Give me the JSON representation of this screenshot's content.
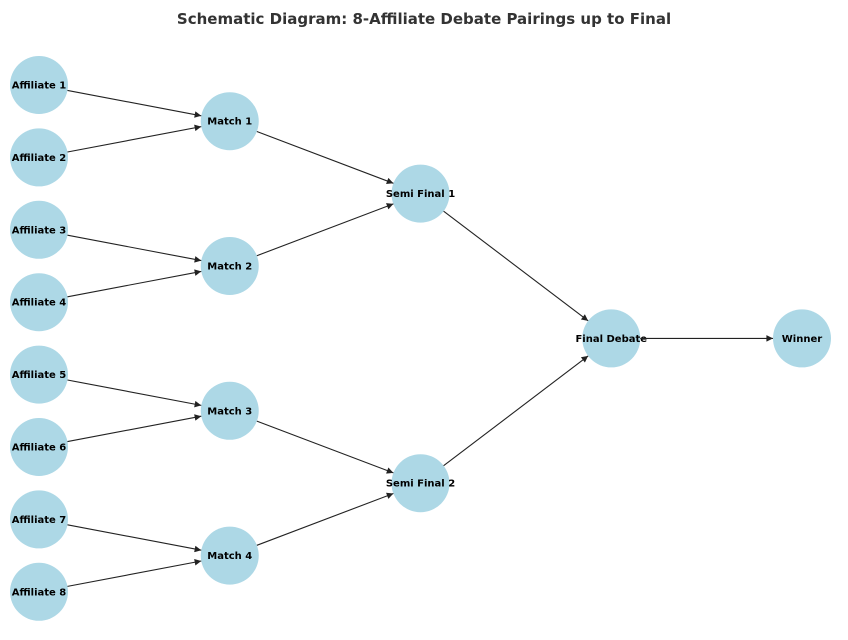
{
  "title": "Schematic Diagram: 8-Affiliate Debate Pairings up to Final",
  "colors": {
    "node": "#add8e6",
    "edge": "#222222"
  },
  "nodes": [
    {
      "id": "a1",
      "label": "Affiliate 1",
      "level": 0,
      "row": 0
    },
    {
      "id": "a2",
      "label": "Affiliate 2",
      "level": 0,
      "row": 1
    },
    {
      "id": "a3",
      "label": "Affiliate 3",
      "level": 0,
      "row": 2
    },
    {
      "id": "a4",
      "label": "Affiliate 4",
      "level": 0,
      "row": 3
    },
    {
      "id": "a5",
      "label": "Affiliate 5",
      "level": 0,
      "row": 4
    },
    {
      "id": "a6",
      "label": "Affiliate 6",
      "level": 0,
      "row": 5
    },
    {
      "id": "a7",
      "label": "Affiliate 7",
      "level": 0,
      "row": 6
    },
    {
      "id": "a8",
      "label": "Affiliate 8",
      "level": 0,
      "row": 7
    },
    {
      "id": "m1",
      "label": "Match 1",
      "level": 1,
      "row": 0.5
    },
    {
      "id": "m2",
      "label": "Match 2",
      "level": 1,
      "row": 2.5
    },
    {
      "id": "m3",
      "label": "Match 3",
      "level": 1,
      "row": 4.5
    },
    {
      "id": "m4",
      "label": "Match 4",
      "level": 1,
      "row": 6.5
    },
    {
      "id": "s1",
      "label": "Semi Final 1",
      "level": 2,
      "row": 1.5
    },
    {
      "id": "s2",
      "label": "Semi Final 2",
      "level": 2,
      "row": 5.5
    },
    {
      "id": "f",
      "label": "Final Debate",
      "level": 3,
      "row": 3.5
    },
    {
      "id": "w",
      "label": "Winner",
      "level": 4,
      "row": 3.5
    }
  ],
  "edges": [
    [
      "a1",
      "m1"
    ],
    [
      "a2",
      "m1"
    ],
    [
      "a3",
      "m2"
    ],
    [
      "a4",
      "m2"
    ],
    [
      "a5",
      "m3"
    ],
    [
      "a6",
      "m3"
    ],
    [
      "a7",
      "m4"
    ],
    [
      "a8",
      "m4"
    ],
    [
      "m1",
      "s1"
    ],
    [
      "m2",
      "s1"
    ],
    [
      "m3",
      "s2"
    ],
    [
      "m4",
      "s2"
    ],
    [
      "s1",
      "f"
    ],
    [
      "s2",
      "f"
    ],
    [
      "f",
      "w"
    ]
  ]
}
